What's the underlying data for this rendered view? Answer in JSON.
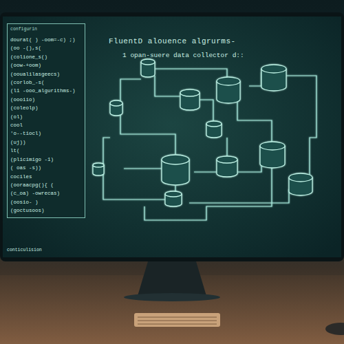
{
  "diagram": {
    "title": "FluentD alouence algrurms-",
    "nodes": [
      {
        "text": [
          "configurin",
          "dourat( )   -oom=-c)  ;)",
          "(oo -(),s(",
          "(colione_s()",
          "(oow-+oom)",
          "(ooualilasgeecs)",
          "(corlob_-s(",
          "(l1 -ooo_algurithms-)",
          "(oooiio)",
          "(coleolp)",
          "(ol)",
          "cool",
          "'o--tiocl)",
          "(uj))",
          "lt(",
          "(plicimigo -1)",
          "( oas -s))",
          "cociles",
          "(ooraacpg(){   (",
          "(c_oa) -owrecas)",
          "(oosio-  )",
          "(goctusoos)"
        ]
      }
    ],
    "labels": [
      "1  opan-suere data collector d::",
      "conticulision"
    ]
  }
}
